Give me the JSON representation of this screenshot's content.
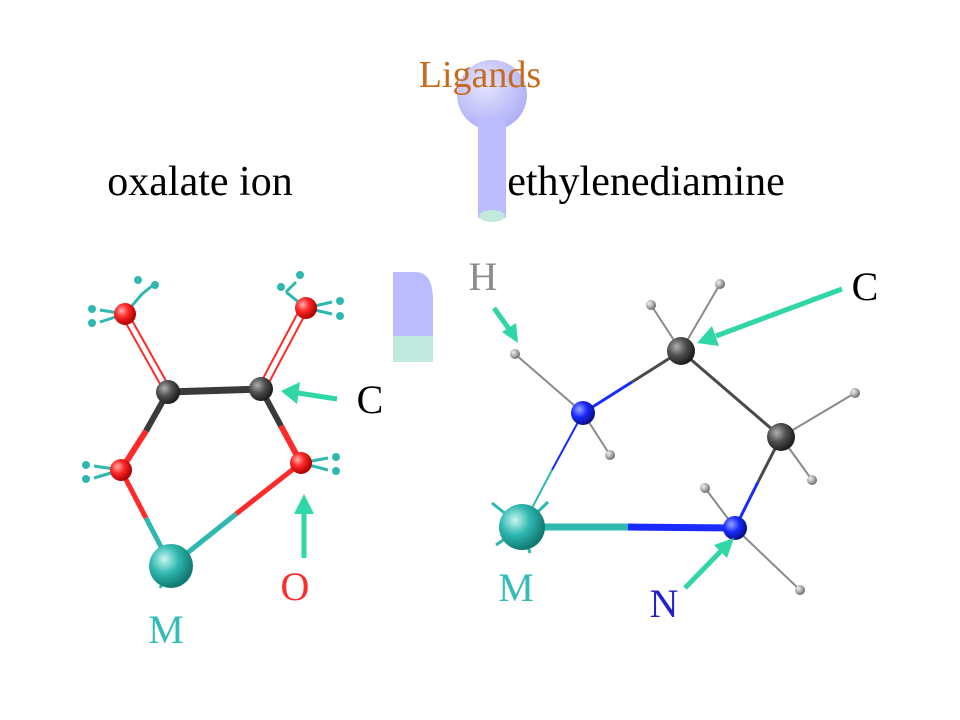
{
  "slide": {
    "title": "Ligands",
    "left_heading": "oxalate ion",
    "right_heading": "ethylenediamine"
  },
  "labels": {
    "oxalate_carbon": "C",
    "oxalate_oxygen": "O",
    "oxalate_metal": "M",
    "en_hydrogen": "H",
    "en_carbon": "C",
    "en_metal": "M",
    "en_nitrogen": "N"
  },
  "colors": {
    "title": "#c76b1e",
    "heading": "#000000",
    "carbon_label": "#000000",
    "oxygen_label": "#ff2a2a",
    "metal_label": "#33bbb5",
    "hydrogen_label": "#8c8c8c",
    "nitrogen_label": "#2222cc",
    "arrow": "#2fd6a6",
    "oxygen_atom": "#ff2a2a",
    "carbon_atom": "#4a4a4a",
    "nitrogen_atom": "#1a2bff",
    "metal_atom": "#2fb8b0",
    "hydrogen_atom": "#9a9a9a",
    "hydroxyl_stub": "#2fb8b0",
    "decor_lavender": "#b8b8ff",
    "decor_mint": "#bfe8dd"
  }
}
